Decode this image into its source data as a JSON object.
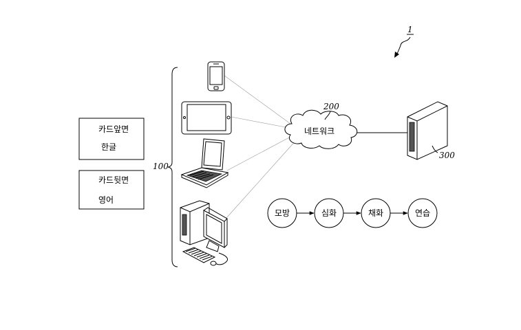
{
  "figure_ref": "1",
  "card_front": {
    "title": "카드앞면",
    "lang": "한글"
  },
  "card_back": {
    "title": "카드뒷면",
    "lang": "영어"
  },
  "devices_ref": "100",
  "network": {
    "ref": "200",
    "label": "네트워크"
  },
  "server_ref": "300",
  "steps": [
    "모방",
    "심화",
    "채화",
    "연습"
  ]
}
